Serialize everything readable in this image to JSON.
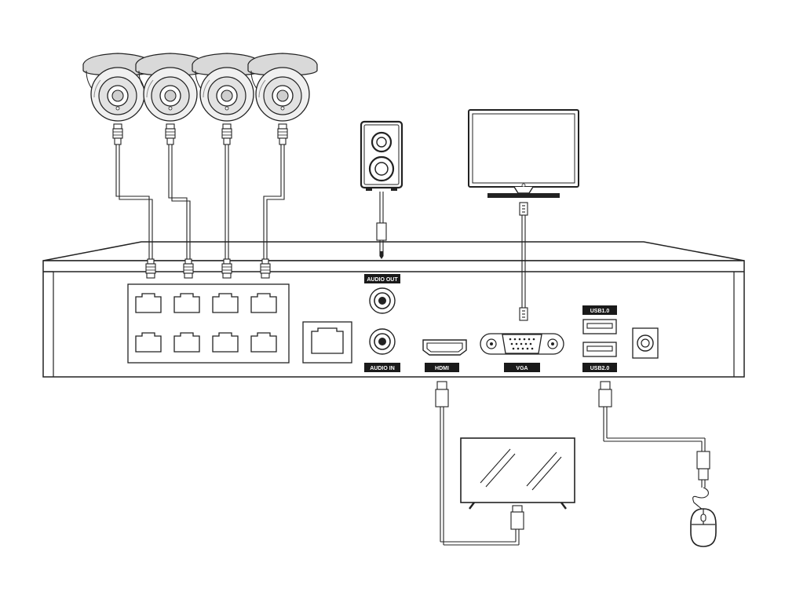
{
  "labels": {
    "audio_out": "AUDIO OUT",
    "audio_in": "AUDIO IN",
    "hdmi": "HDMI",
    "vga": "VGA",
    "usb1": "USB1.0",
    "usb2": "USB2.0"
  },
  "icons": {
    "cameras": [
      "dome-camera-icon",
      "dome-camera-icon",
      "dome-camera-icon",
      "dome-camera-icon"
    ],
    "speaker": "speaker-icon",
    "vga_monitor": "monitor-icon",
    "hdmi_tv": "tv-icon",
    "mouse": "mouse-icon"
  },
  "colors": {
    "line": "#222222",
    "label_bg": "#1a1a1a"
  }
}
